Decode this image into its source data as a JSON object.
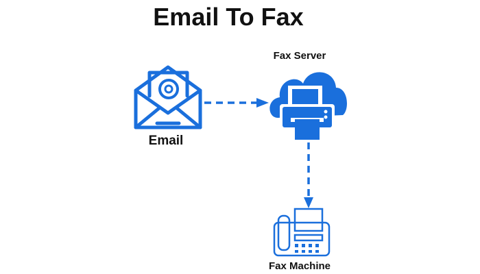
{
  "title": "Email To Fax",
  "nodes": {
    "email": "Email",
    "fax_server": "Fax Server",
    "fax_machine": "Fax Machine"
  },
  "colors": {
    "accent": "#1a6fdc",
    "text": "#111111"
  }
}
